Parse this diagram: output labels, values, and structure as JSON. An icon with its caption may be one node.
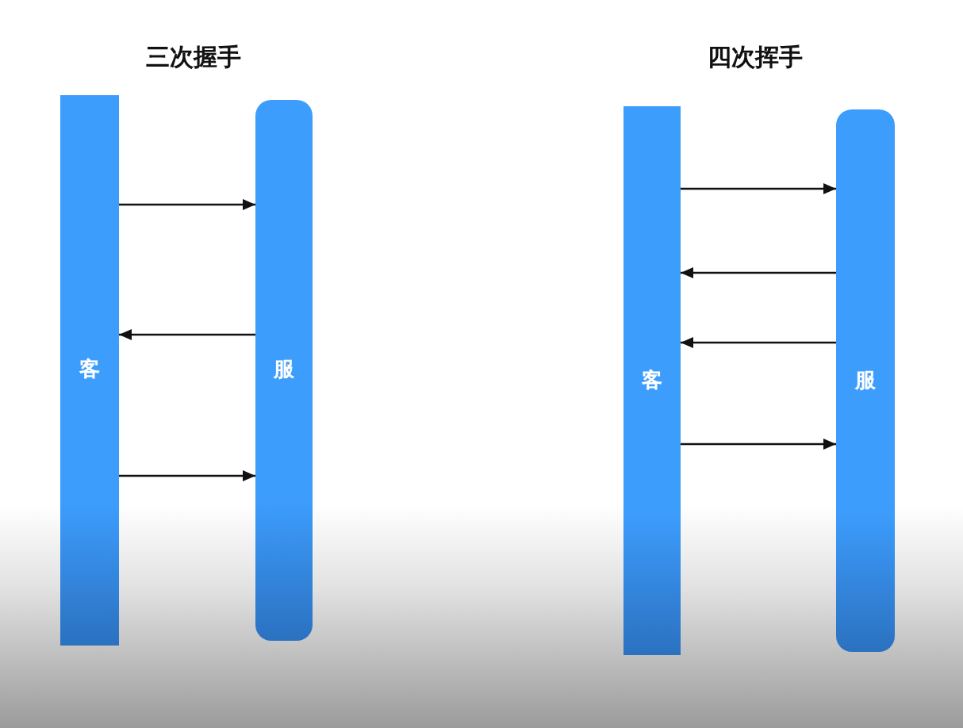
{
  "diagram": {
    "nodes": [
      {
        "text": [
          "客"
        ]
      },
      {
        "text": [
          "服"
        ]
      },
      {
        "text": [
          "客"
        ]
      },
      {
        "text": [
          "服"
        ]
      }
    ],
    "edges": [
      {
        "from": 0,
        "to": 1,
        "arrow": "to"
      },
      {
        "from": 1,
        "to": 0,
        "arrow": "to"
      },
      {
        "from": 0,
        "to": 1,
        "arrow": "to"
      },
      {
        "from": 2,
        "to": 3,
        "arrow": "to"
      },
      {
        "from": 3,
        "to": 2,
        "arrow": "to"
      },
      {
        "from": 3,
        "to": 2,
        "arrow": "to"
      },
      {
        "from": 2,
        "to": 3,
        "arrow": "to"
      }
    ],
    "labels": [
      "三次握手",
      "四次挥手"
    ]
  }
}
